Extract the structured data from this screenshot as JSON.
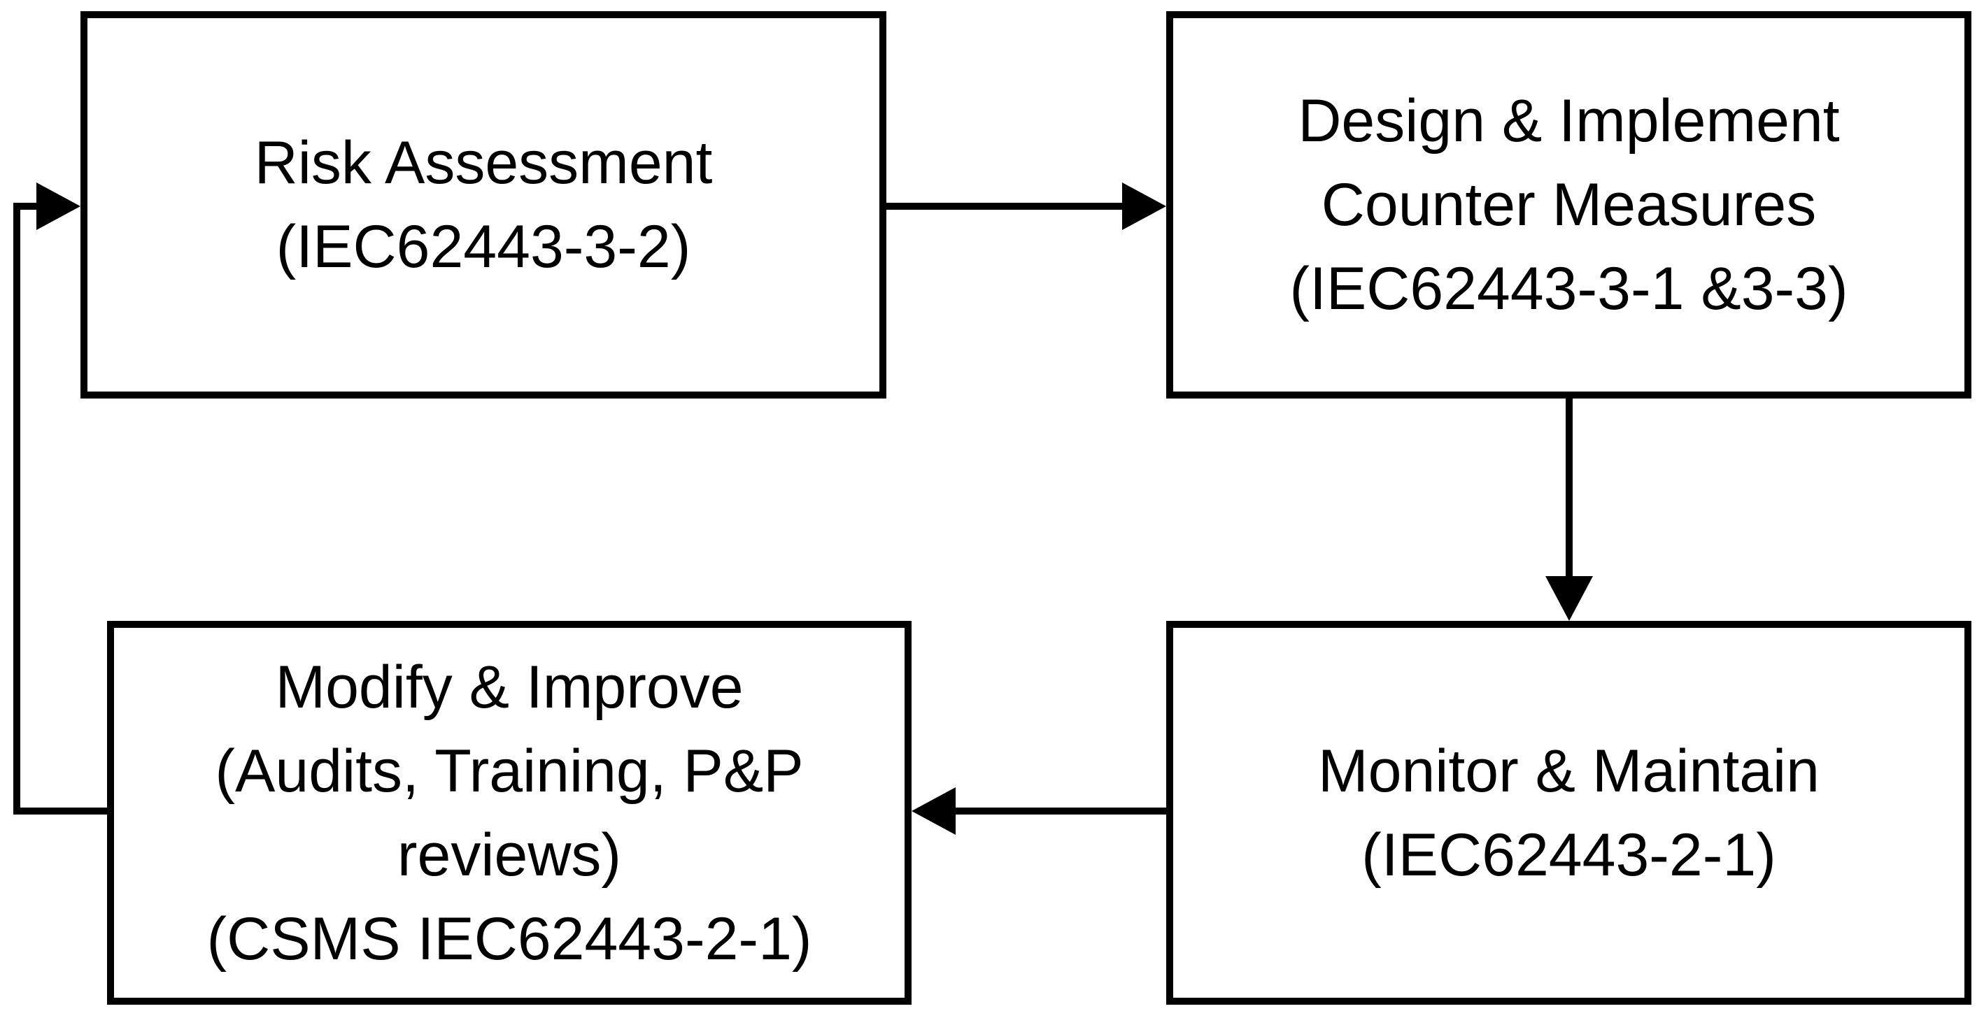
{
  "diagram": {
    "background_color": "#ffffff",
    "stroke_color": "#000000",
    "boxes": [
      {
        "id": "risk-assessment",
        "lines": [
          "Risk Assessment",
          "(IEC62443-3-2)"
        ]
      },
      {
        "id": "design-implement-counter-measures",
        "lines": [
          "Design & Implement",
          "Counter Measures",
          "(IEC62443-3-1 &3-3)"
        ]
      },
      {
        "id": "monitor-maintain",
        "lines": [
          "Monitor & Maintain",
          "(IEC62443-2-1)"
        ]
      },
      {
        "id": "modify-improve",
        "lines": [
          "Modify & Improve",
          "(Audits, Training, P&P",
          "reviews)",
          "(CSMS IEC62443-2-1)"
        ]
      }
    ],
    "arrows": [
      {
        "from": "risk-assessment",
        "to": "design-implement-counter-measures",
        "direction": "right"
      },
      {
        "from": "design-implement-counter-measures",
        "to": "monitor-maintain",
        "direction": "down"
      },
      {
        "from": "monitor-maintain",
        "to": "modify-improve",
        "direction": "left"
      },
      {
        "from": "modify-improve",
        "to": "risk-assessment",
        "direction": "up-loop"
      }
    ]
  }
}
